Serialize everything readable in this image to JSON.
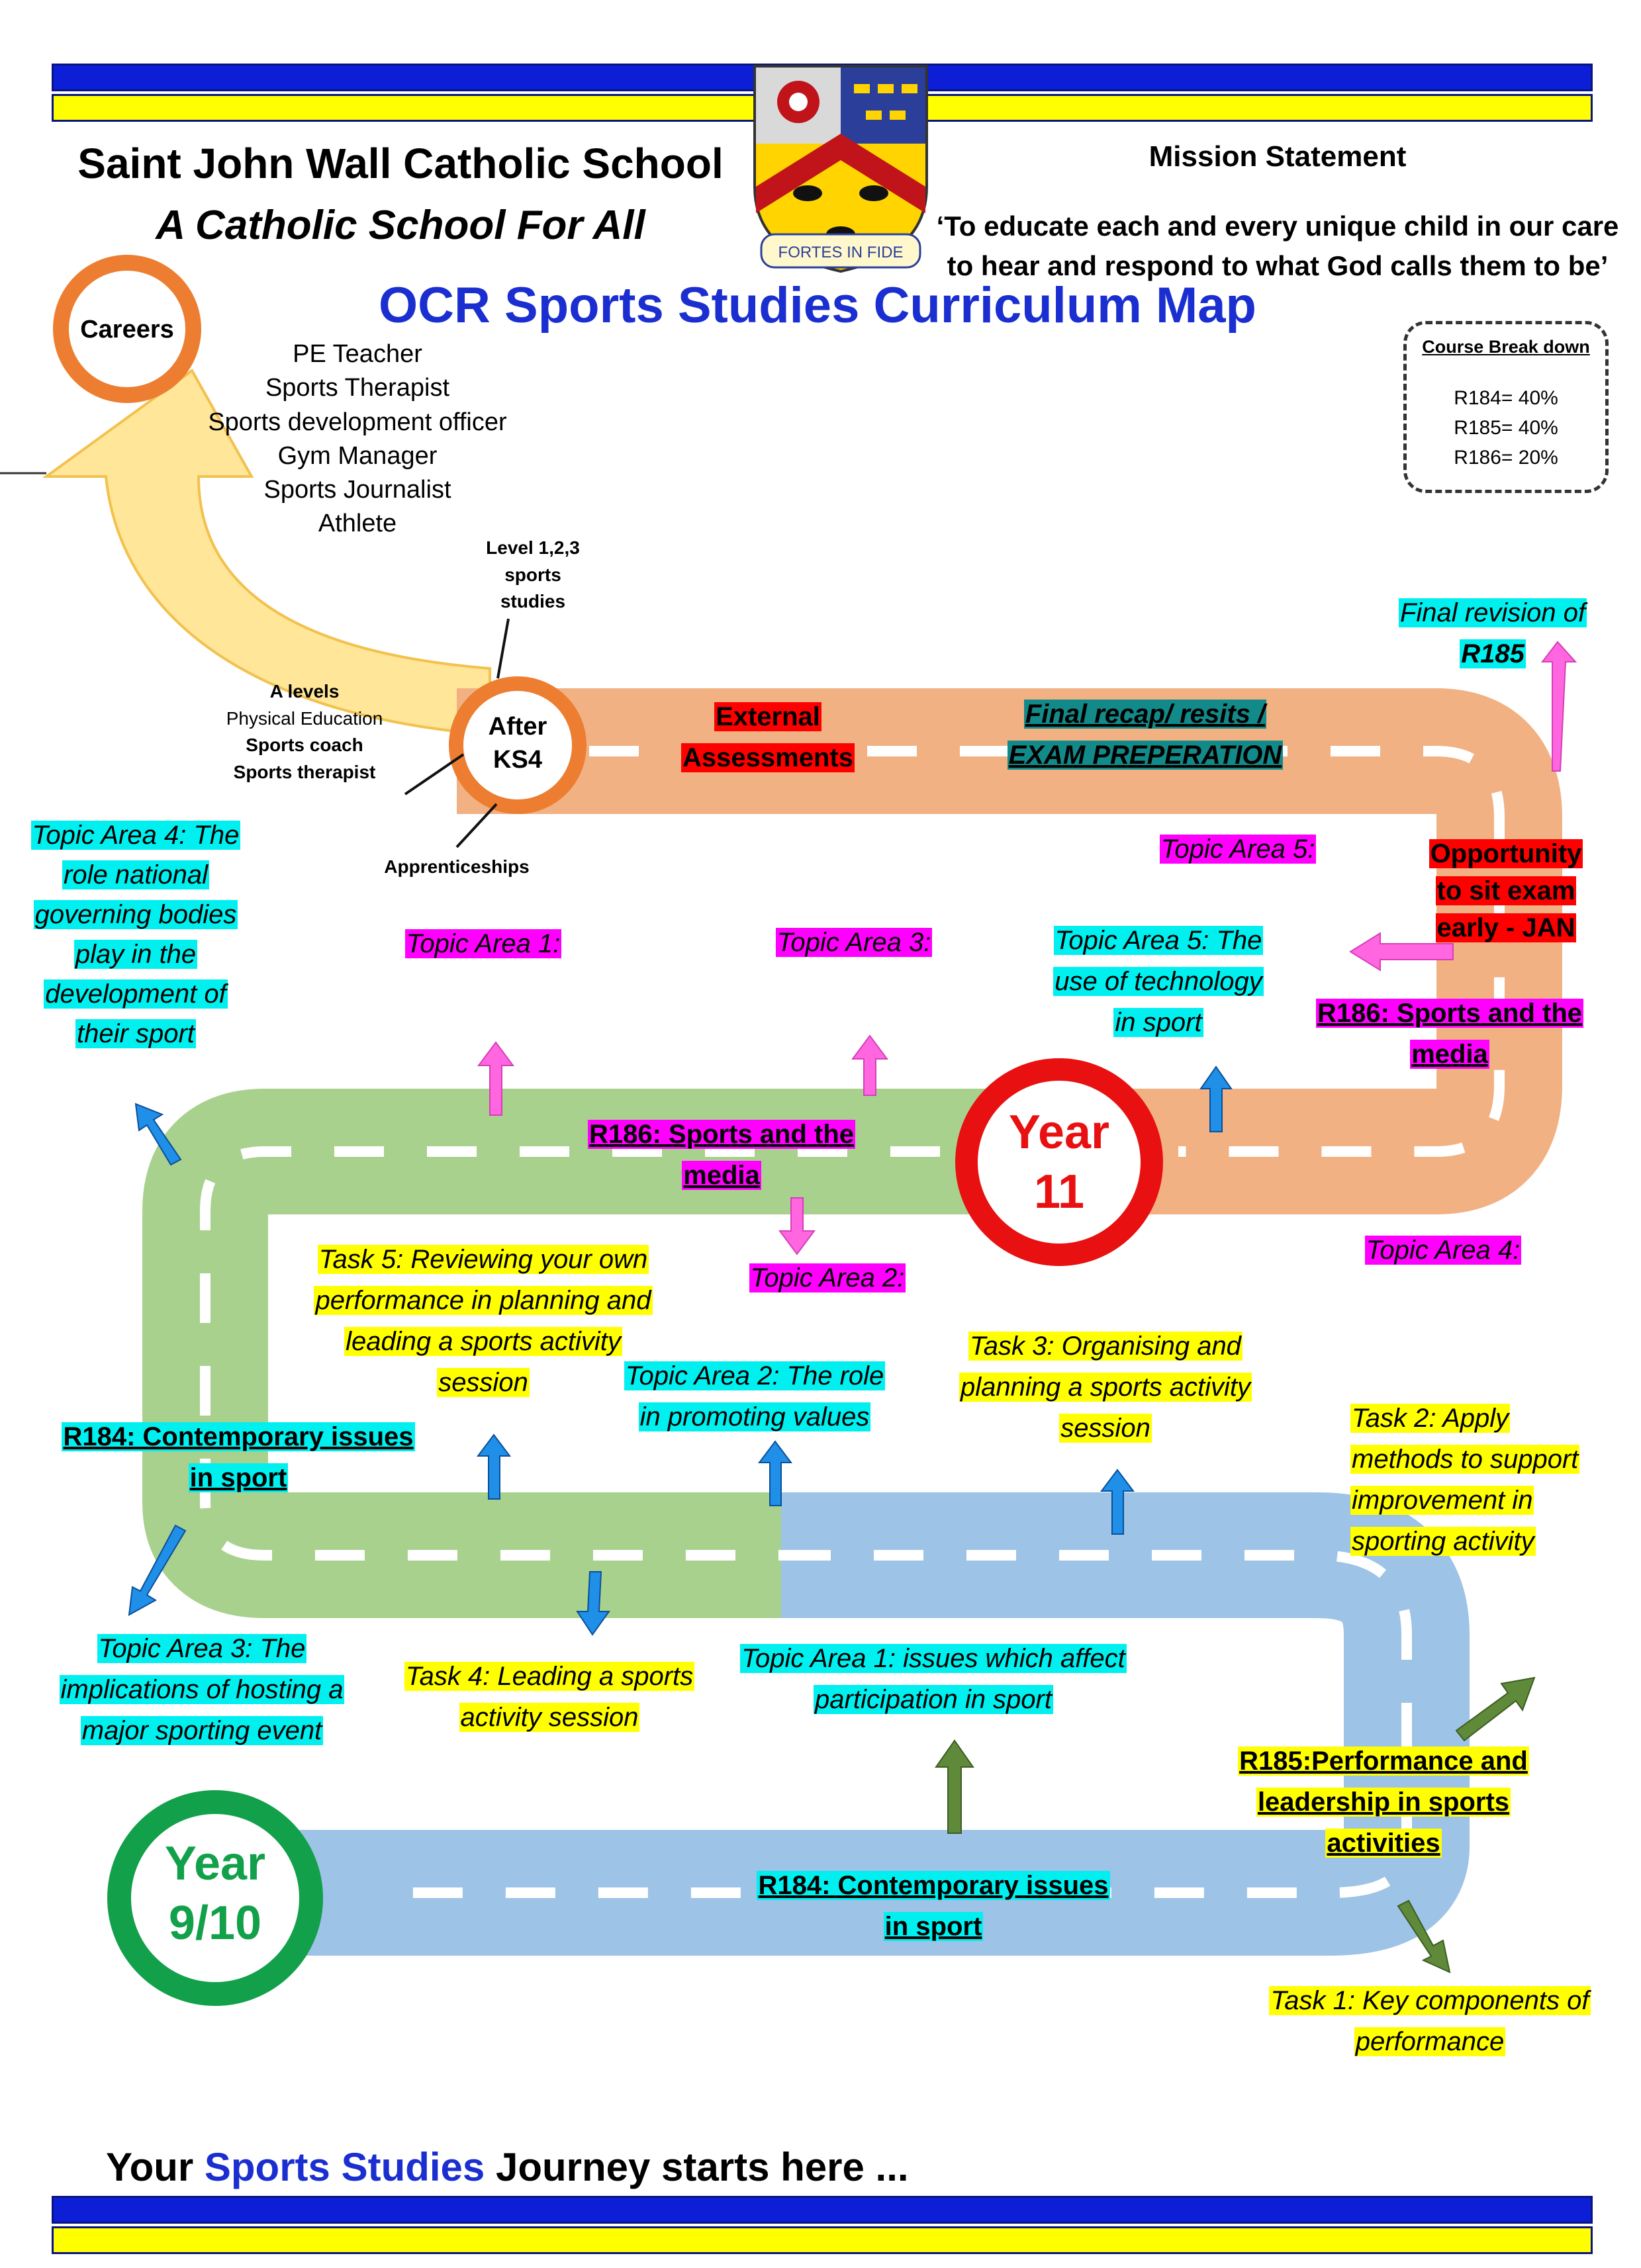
{
  "school": {
    "name": "Saint John Wall Catholic School",
    "motto": "A Catholic School For All",
    "crest_motto": "FORTES IN FIDE"
  },
  "mission": {
    "heading": "Mission Statement",
    "line1": "‘To educate each and every unique child in our care",
    "line2": "to hear and respond to what God calls them to be’"
  },
  "title": "OCR Sports Studies Curriculum Map",
  "breakdown": {
    "heading": "Course Break down",
    "items": [
      "R184= 40%",
      "R185= 40%",
      "R186= 20%"
    ]
  },
  "careers": {
    "label": "Careers",
    "jobs": [
      "PE Teacher",
      "Sports Therapist",
      "Sports development officer",
      "Gym Manager",
      "Sports Journalist",
      "Athlete"
    ]
  },
  "after_ks4": {
    "label_line1": "After",
    "label_line2": "KS4",
    "level": [
      "Level 1,2,3",
      "sports",
      "studies"
    ],
    "alevels": [
      "A levels",
      "Physical Education",
      "Sports coach",
      "Sports therapist"
    ],
    "apprenticeships": "Apprenticeships"
  },
  "milestones": {
    "year11_line1": "Year",
    "year11_line2": "11",
    "year910_line1": "Year",
    "year910_line2": "9/10"
  },
  "labels": {
    "external_1": "External",
    "external_2": "Assessments",
    "final_recap_1": "Final recap/ resits /",
    "final_recap_2": "EXAM PREPERATION",
    "final_revision_1": "Final revision of",
    "final_revision_2": "R185",
    "opportunity_1": "Opportunity",
    "opportunity_2": "to sit exam",
    "opportunity_3": "early - JAN",
    "r186_right_1": "R186: Sports and the",
    "r186_right_2": "media",
    "r186_mid_1": "R186: Sports and the",
    "r186_mid_2": "media",
    "ta5_top": "Topic Area 5:",
    "ta1_m": "Topic Area 1:",
    "ta3_m": "Topic Area 3:",
    "ta2_m": "Topic Area 2:",
    "ta4_m": "Topic Area 4:",
    "ta5_tech_1": "Topic Area 5: The",
    "ta5_tech_2": "use of technology",
    "ta5_tech_3": "in sport",
    "ta4_ngb_1": "Topic Area 4:  The",
    "ta4_ngb_2": "role national",
    "ta4_ngb_3": "governing bodies",
    "ta4_ngb_4": "play in the",
    "ta4_ngb_5": "development of",
    "ta4_ngb_6": "their sport",
    "task5_1": "Task 5: Reviewing your own",
    "task5_2": "performance in planning and",
    "task5_3": "leading a sports activity",
    "task5_4": "session",
    "ta2_values_1": "Topic Area 2: The role",
    "ta2_values_2": "in promoting values",
    "task3_1": "Task 3: Organising and",
    "task3_2": "planning a sports activity",
    "task3_3": "session",
    "task2_1": "Task 2: Apply",
    "task2_2": "methods to support",
    "task2_3": "improvement in",
    "task2_4": "sporting activity",
    "r184_left_1": "R184: Contemporary issues",
    "r184_left_2": "in sport",
    "ta3_host_1": "Topic Area 3:  The",
    "ta3_host_2": "implications of hosting a",
    "ta3_host_3": "major sporting event",
    "task4_1": "Task 4: Leading a sports",
    "task4_2": "activity session",
    "ta1_issues_1": "Topic Area 1: issues which affect",
    "ta1_issues_2": "participation in sport",
    "r185_1": "R185:Performance and",
    "r185_2": "leadership in sports",
    "r185_3": "activities",
    "r184_bottom_1": "R184: Contemporary issues",
    "r184_bottom_2": "in sport",
    "task1_1": "Task 1: Key components of",
    "task1_2": "performance"
  },
  "footer": {
    "part1": "Your ",
    "part2": "Sports Studies",
    "part3": " Journey starts here ..."
  },
  "colors": {
    "blue_bar": "#0d1fd6",
    "yellow_bar": "#ffff00",
    "road_orange": "#f2b183",
    "road_green": "#a9d18e",
    "road_blue": "#9dc3e6",
    "year11_ring": "#e81010",
    "year910_ring": "#12a04a",
    "careers_ring": "#ed7d31",
    "title_blue": "#1b2fd1"
  }
}
